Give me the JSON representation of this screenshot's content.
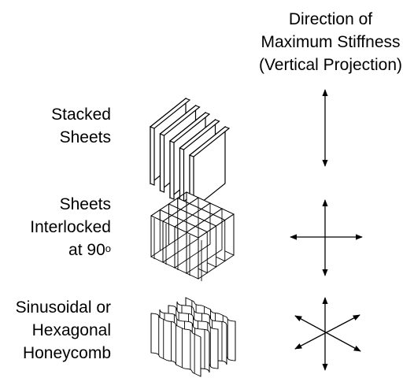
{
  "header": {
    "lines": [
      "Direction of",
      "Maximum Stiffness",
      "(Vertical Projection)"
    ]
  },
  "rows": [
    {
      "label_lines": [
        "Stacked",
        "Sheets"
      ],
      "icon": "stacked-sheets-icon",
      "arrow": "vertical-double-arrow-icon"
    },
    {
      "label_lines": [
        "Sheets",
        "Interlocked",
        "at 90"
      ],
      "superscript": "o",
      "icon": "interlocked-sheets-icon",
      "arrow": "cross-double-arrow-icon"
    },
    {
      "label_lines": [
        "Sinusoidal or",
        "Hexagonal",
        "Honeycomb"
      ],
      "icon": "honeycomb-icon",
      "arrow": "six-way-arrow-icon"
    }
  ]
}
